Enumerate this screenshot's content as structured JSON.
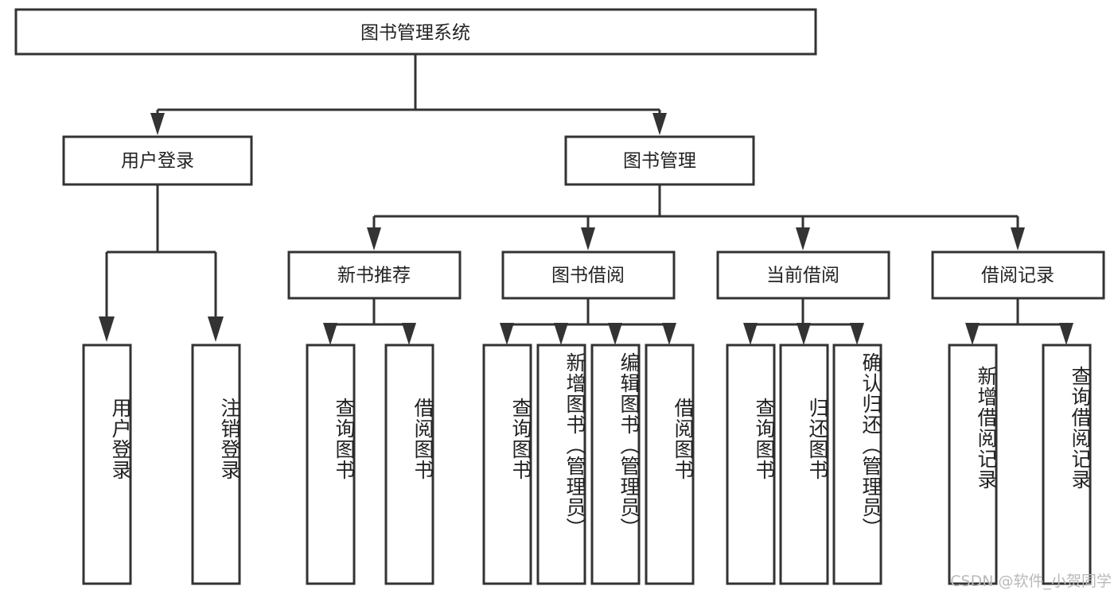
{
  "diagram": {
    "type": "tree-hierarchy",
    "title": "图书管理系统",
    "watermark": "CSDN @软件_小贺同学",
    "colors": {
      "box_stroke": "#333333",
      "box_fill": "#ffffff",
      "text": "#222222",
      "connector": "#333333",
      "watermark": "#b9b9b9",
      "background": "#ffffff"
    },
    "root": {
      "label": "图书管理系统"
    },
    "level2": [
      {
        "label": "用户登录"
      },
      {
        "label": "图书管理"
      }
    ],
    "level3": [
      {
        "label": "新书推荐"
      },
      {
        "label": "图书借阅"
      },
      {
        "label": "当前借阅"
      },
      {
        "label": "借阅记录"
      }
    ],
    "leaves": {
      "user_login": [
        {
          "label": "用户登录"
        },
        {
          "label": "注销登录"
        }
      ],
      "new_book_recommend": [
        {
          "label": "查询图书"
        },
        {
          "label": "借阅图书"
        }
      ],
      "book_borrow": [
        {
          "label": "查询图书"
        },
        {
          "label": "新增图书（管理员）"
        },
        {
          "label": "编辑图书（管理员）"
        },
        {
          "label": "借阅图书"
        }
      ],
      "current_borrow": [
        {
          "label": "查询图书"
        },
        {
          "label": "归还图书"
        },
        {
          "label": "确认归还（管理员）"
        }
      ],
      "borrow_record": [
        {
          "label": "新增借阅记录"
        },
        {
          "label": "查询借阅记录"
        }
      ]
    }
  }
}
